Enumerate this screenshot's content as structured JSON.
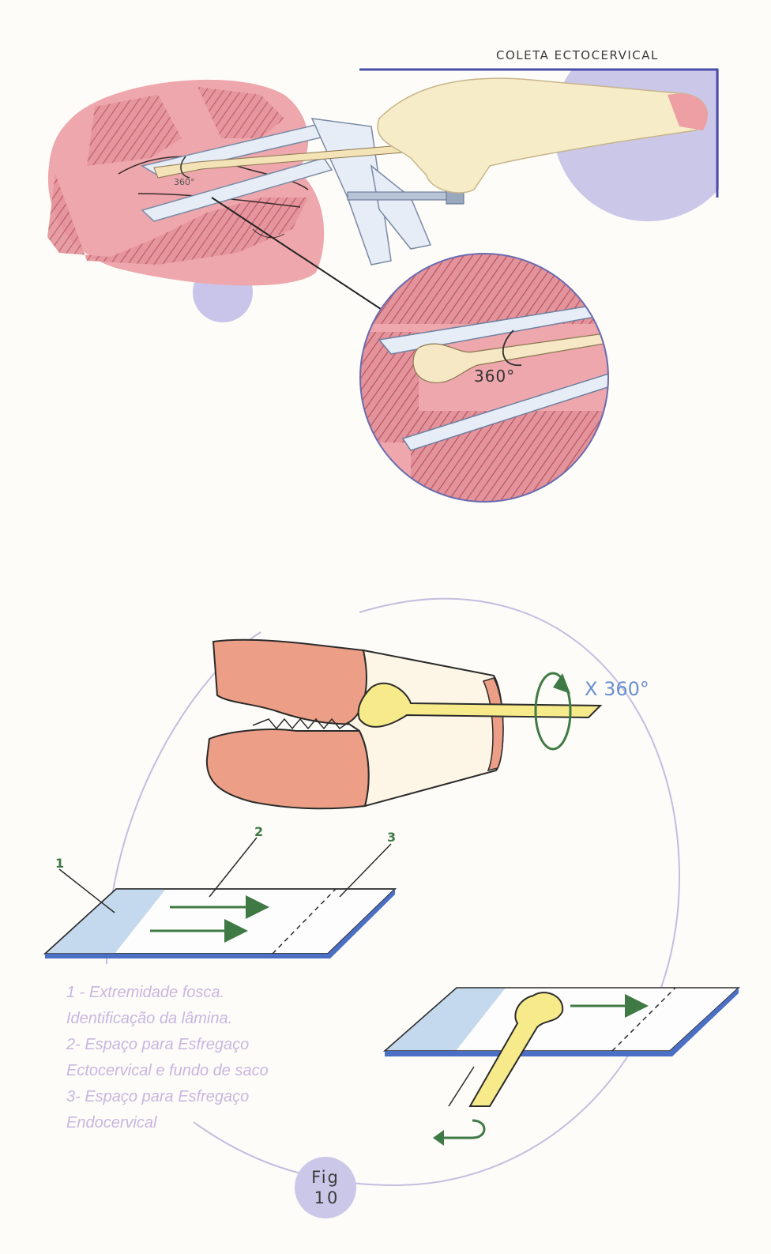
{
  "header": {
    "title": "COLETA ECTOCERVICAL"
  },
  "top_figure": {
    "rotation_label_small": "360°",
    "rotation_label_zoom": "360°"
  },
  "bottom_figure": {
    "rotation_label": "X 360°",
    "markers": [
      "1",
      "2",
      "3"
    ],
    "legend": [
      "1 - Extremidade fosca.",
      "Identificação da lâmina.",
      "2-  Espaço para Esfregaço",
      "Ectocervical e fundo de saco",
      "3-  Espaço para Esfregaço",
      "Endocervical"
    ],
    "badge_line1": "Fig",
    "badge_line2": "10"
  },
  "colors": {
    "tissue": "#e9a1a6",
    "hatch": "#c25d67",
    "speculum": "#e6edf6",
    "lavender": "#cbc7e8",
    "arrow_green": "#3f7a45",
    "slide_blue": "#c4d8ee",
    "slide_edge": "#4a6fc4",
    "legend_text": "#c9b6e0"
  }
}
